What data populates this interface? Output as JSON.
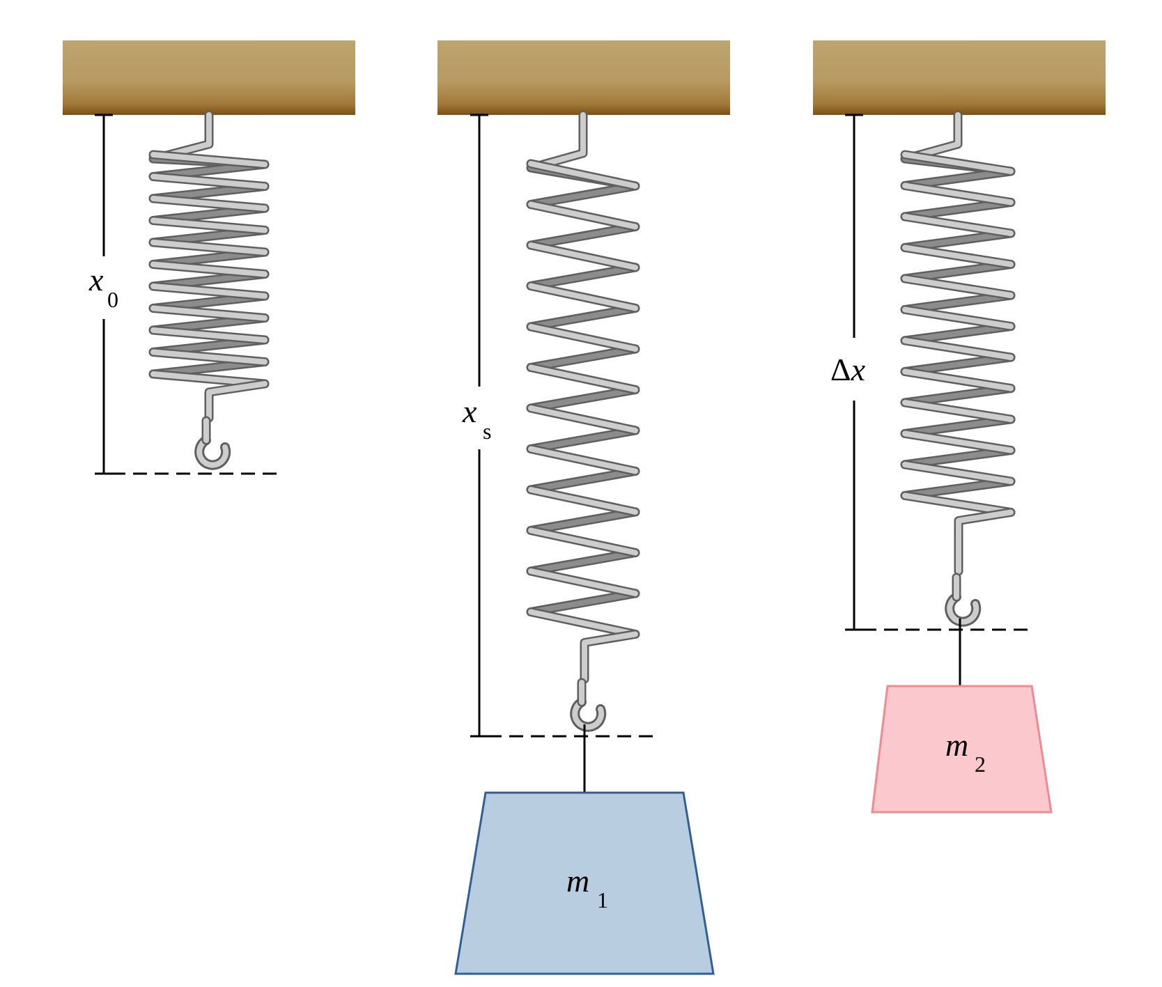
{
  "colors": {
    "ceiling_top": "#bea46f",
    "ceiling_bottom": "#8a5d1a",
    "spring_light": "#cdcdcd",
    "spring_dark": "#8c8c8c",
    "spring_outline": "#5f5f5f",
    "mass1_fill": "#b8cde0",
    "mass1_stroke": "#2f5f96",
    "mass2_fill": "#fbc8cd",
    "mass2_stroke": "#f08a8f"
  },
  "panels": [
    {
      "id": "unloaded",
      "label_var": "x",
      "label_sub": "0",
      "mass_var": "",
      "mass_sub": ""
    },
    {
      "id": "mass-1",
      "label_var": "x",
      "label_sub": "s",
      "mass_var": "m",
      "mass_sub": "1"
    },
    {
      "id": "mass-2",
      "label_var": "Δx",
      "label_sub": "",
      "mass_var": "m",
      "mass_sub": "2"
    }
  ]
}
